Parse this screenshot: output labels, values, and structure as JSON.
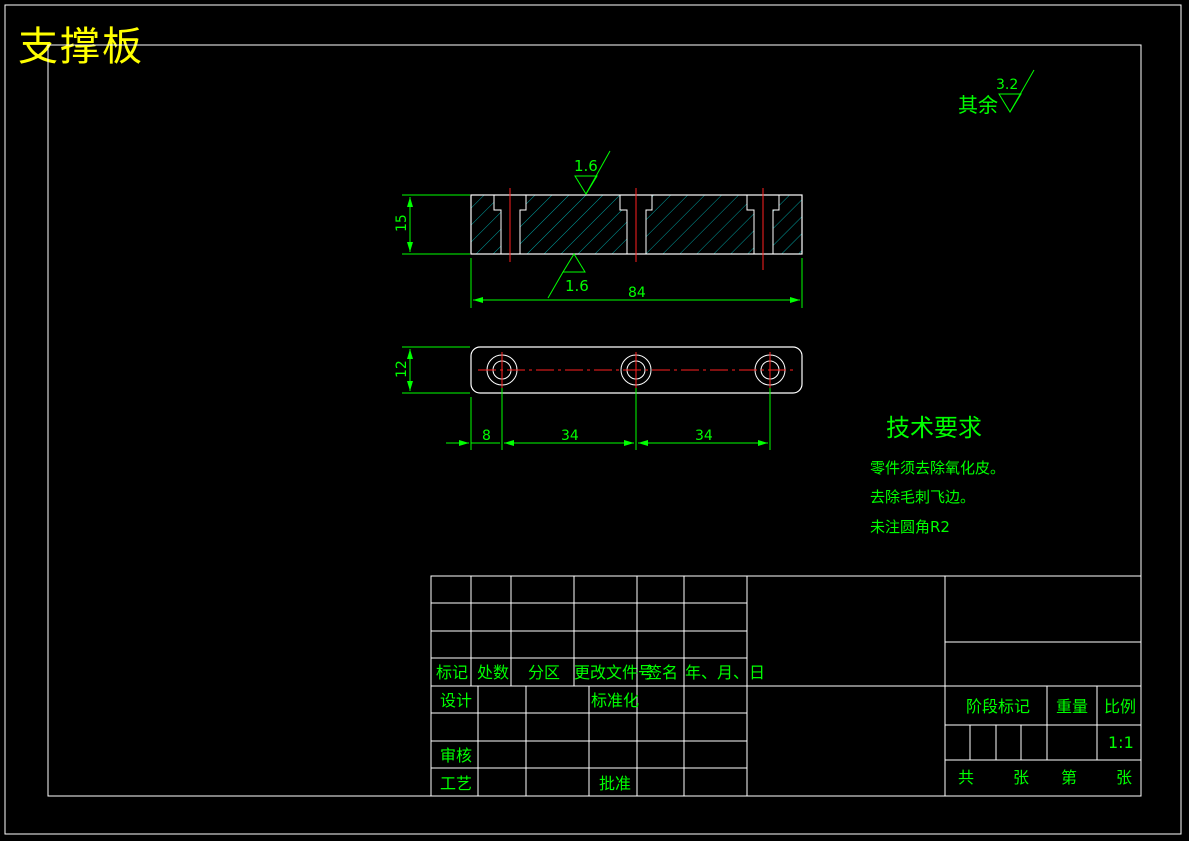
{
  "title": "支撑板",
  "roughness": {
    "other_prefix": "其余",
    "other_value": "3.2",
    "top_value": "1.6",
    "bottom_value": "1.6"
  },
  "dimensions": {
    "thickness": "15",
    "length": "84",
    "width": "12",
    "edge_to_hole": "8",
    "pitch_1": "34",
    "pitch_2": "34"
  },
  "tech_requirements": {
    "heading": "技术要求",
    "items": [
      "零件须去除氧化皮。",
      "去除毛刺飞边。",
      "未注圆角R2"
    ]
  },
  "titleblock": {
    "biaoji": "标记",
    "chushu": "处数",
    "fenqu": "分区",
    "genggai": "更改文件号",
    "qianming": "签名",
    "date": "年、月、日",
    "sheji": "设计",
    "biaozhunhua": "标准化",
    "shenhe": "审核",
    "gongyi": "工艺",
    "pizhun": "批准",
    "jieduan": "阶段标记",
    "zhongliang": "重量",
    "bili": "比例",
    "scale": "1:1",
    "gong": "共",
    "zhang1": "张",
    "di": "第",
    "zhang2": "张"
  }
}
